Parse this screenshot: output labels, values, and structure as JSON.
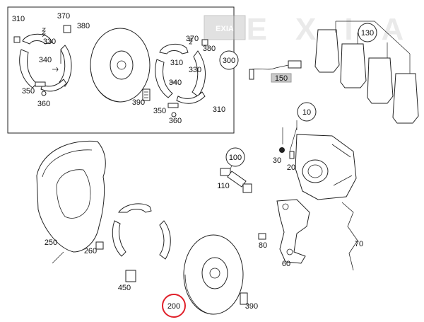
{
  "watermark": {
    "letters": "EXIA",
    "badge": "EXIA"
  },
  "callouts": [
    "310",
    "370",
    "380",
    "330",
    "340",
    "350",
    "360",
    "390",
    "370",
    "380",
    "310",
    "330",
    "340",
    "350",
    "360",
    "310",
    "300",
    "150",
    "130",
    "10",
    "100",
    "110",
    "30",
    "20",
    "250",
    "260",
    "450",
    "200",
    "390",
    "80",
    "60",
    "70"
  ],
  "highlight": {
    "label": "200",
    "color": "#e0202a"
  },
  "colors": {
    "line": "#222222",
    "badge_fill": "#c9c9c9",
    "watermark": "#d9d9d9"
  }
}
